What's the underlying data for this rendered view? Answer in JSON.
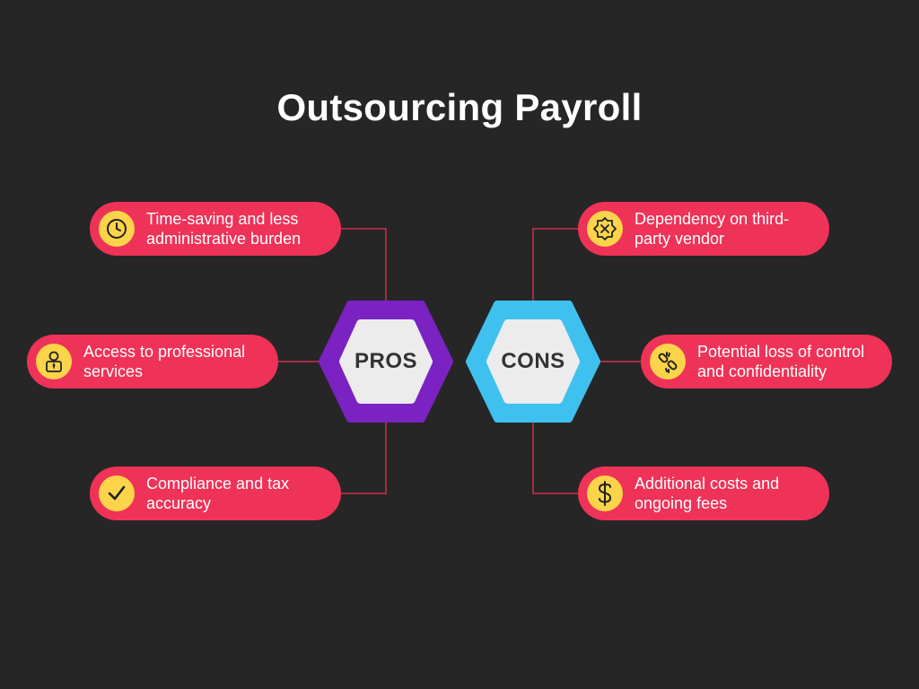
{
  "title": "Outsourcing Payroll",
  "pros": {
    "label": "PROS",
    "color": "#7b22c3",
    "items": [
      {
        "icon": "clock-icon",
        "text": "Time-saving and less administrative burden"
      },
      {
        "icon": "professional-person-icon",
        "text": "Access to professional services"
      },
      {
        "icon": "checkmark-icon",
        "text": "Compliance and tax accuracy"
      }
    ]
  },
  "cons": {
    "label": "CONS",
    "color": "#3fc1f0",
    "items": [
      {
        "icon": "cancel-x-icon",
        "text": "Dependency on third-party vendor"
      },
      {
        "icon": "broken-link-icon",
        "text": "Potential loss of control and confidentiality"
      },
      {
        "icon": "dollar-sign-icon",
        "text": "Additional costs and ongoing fees"
      }
    ]
  },
  "colors": {
    "background": "#262626",
    "pill": "#ef3257",
    "icon_circle": "#fbd44a",
    "connector": "#c9304d",
    "hex_inner": "#ececec"
  }
}
